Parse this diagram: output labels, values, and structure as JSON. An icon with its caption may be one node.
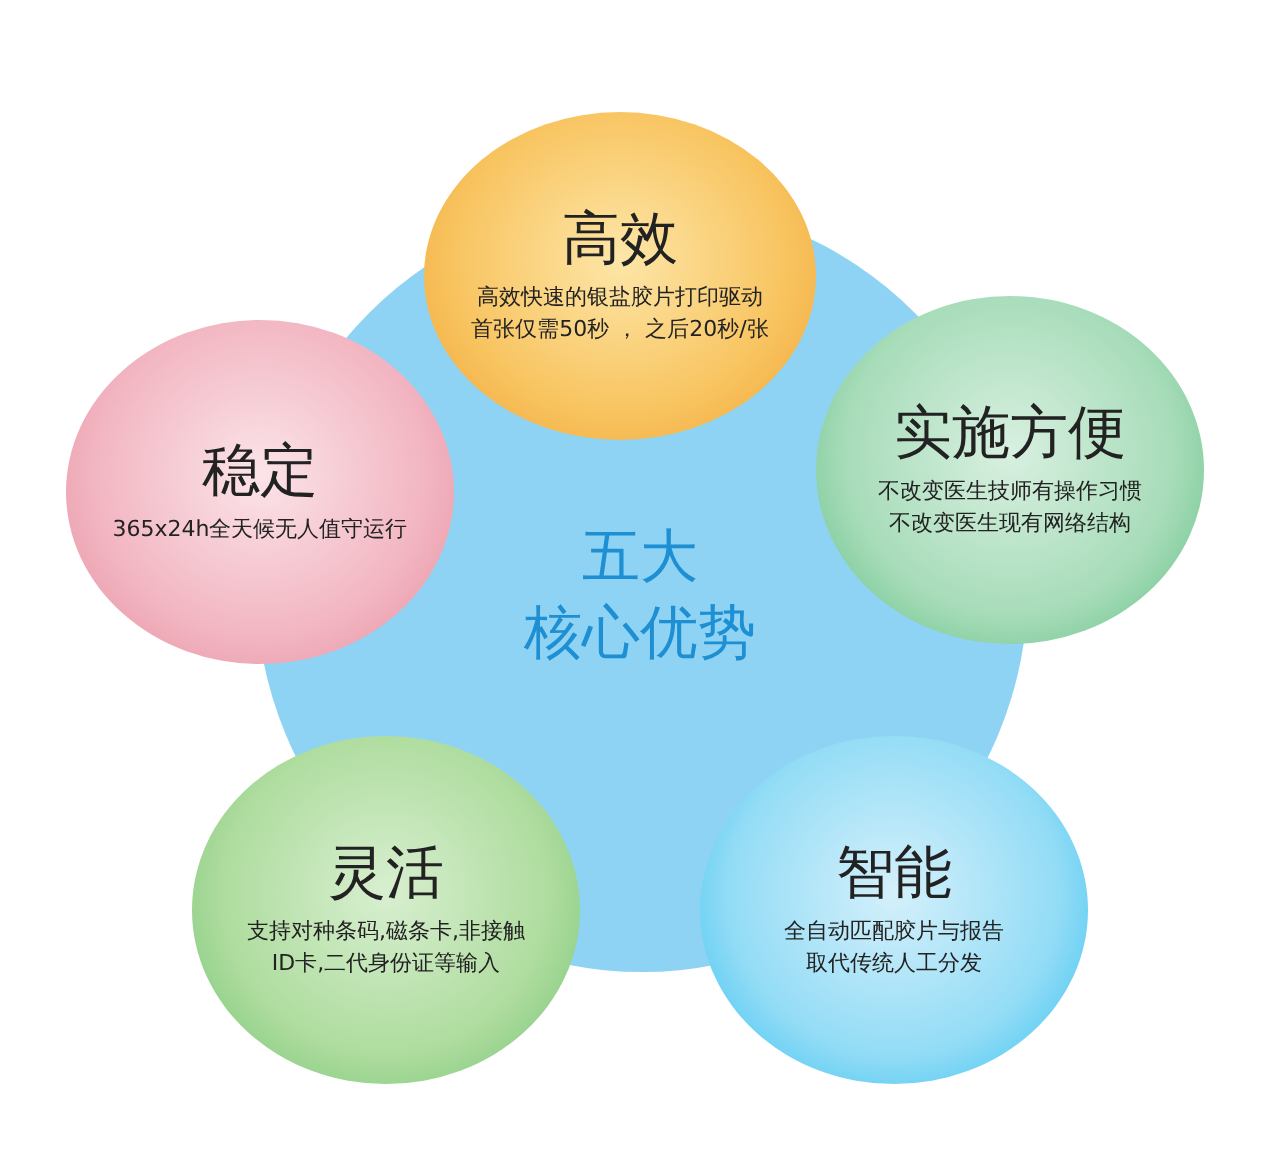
{
  "diagram": {
    "nodes": [
      {
        "text": [
          "五大",
          "核心优势"
        ]
      },
      {
        "text": [
          "高效",
          "高效快速的银盐胶片打印驱动",
          "首张仅需50秒 ， 之后20秒/张"
        ]
      },
      {
        "text": [
          "稳定",
          "365x24h全天候无人值守运行"
        ]
      },
      {
        "text": [
          "实施方便",
          "不改变医生技师有操作习惯",
          "不改变医生现有网络结构"
        ]
      },
      {
        "text": [
          "灵活",
          "支持对种条码,磁条卡,非接触",
          "ID卡,二代身份证等输入"
        ]
      },
      {
        "text": [
          "智能",
          "全自动匹配胶片与报告",
          "取代传统人工分发"
        ]
      }
    ]
  }
}
